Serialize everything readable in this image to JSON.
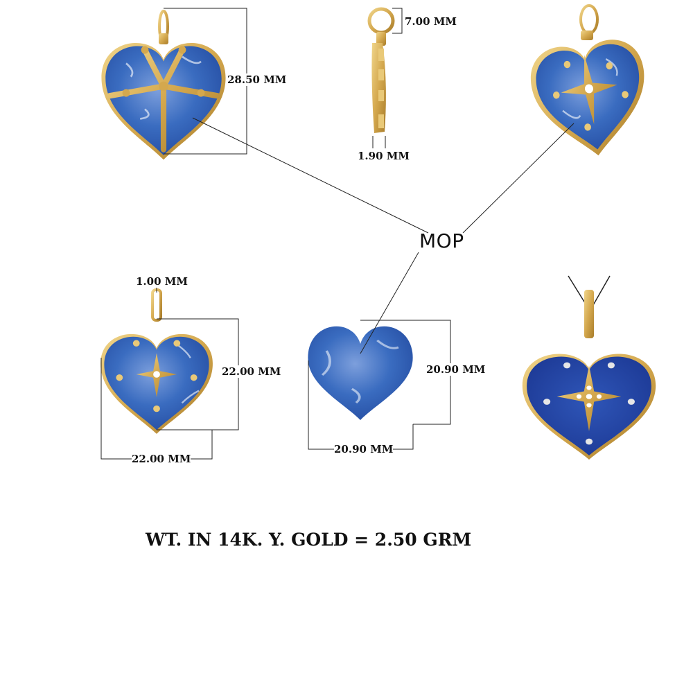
{
  "labels": {
    "d1": "28.50 MM",
    "d2": "7.00 MM",
    "d3": "1.90 MM",
    "d4": "1.00 MM",
    "d5": "22.00 MM",
    "d6": "22.00 MM",
    "d7": "20.90 MM",
    "d8": "20.90 MM",
    "material": "MOP",
    "weight": "WT. IN 14K. Y. GOLD = 2.50 GRM"
  },
  "colors": {
    "gold": "#d8b25a",
    "gold_dark": "#a9802d",
    "stone_blue": "#2e5fb4",
    "stone_light": "#6f93d4",
    "stone_deep": "#1d3f99",
    "line": "#222222"
  }
}
